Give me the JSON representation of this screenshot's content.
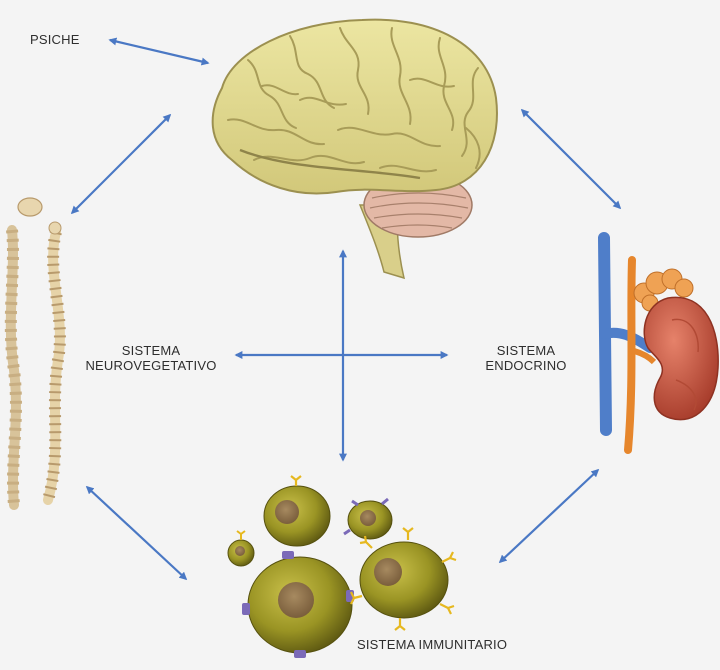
{
  "labels": {
    "psiche": "PSICHE",
    "neuro": [
      "SISTEMA",
      "NEUROVEGETATIVO"
    ],
    "endocrino": [
      "SISTEMA",
      "ENDOCRINO"
    ],
    "immunitario": "SISTEMA IMMUNITARIO"
  },
  "icons": [
    "brain-icon",
    "spine-icon",
    "kidney-icon",
    "immune-cells-icon",
    "double-arrow-icon"
  ],
  "colors": {
    "background": "#f4f4f4",
    "arrow": "#4a78c4",
    "brain": "#e2db8a",
    "kidney": "#c9563f",
    "adrenal": "#e8873f",
    "vein": "#4f7ec9",
    "artery": "#e6862c",
    "cell": "#8f8a1f",
    "spine": "#e4d0a6",
    "receptor_yellow": "#e6b81f",
    "receptor_purple": "#7b6ab8"
  }
}
